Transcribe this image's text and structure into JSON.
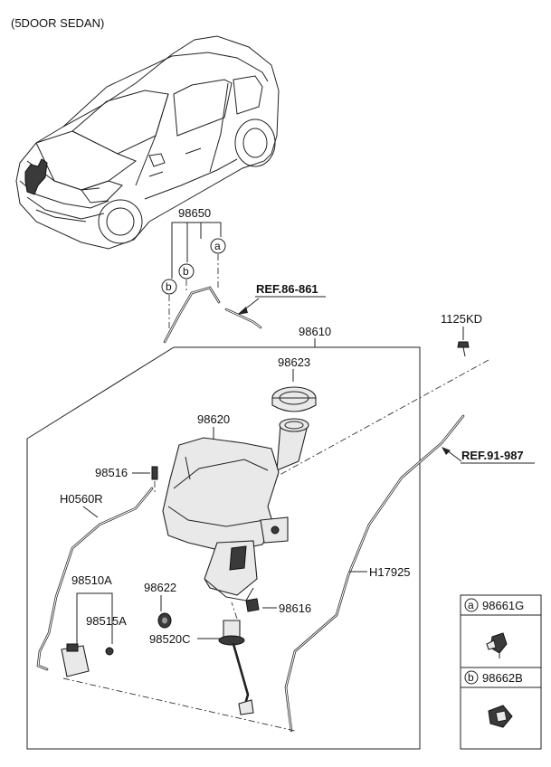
{
  "title": "(5DOOR SEDAN)",
  "labels": {
    "p98650": "98650",
    "ref_86_861": "REF.86-861",
    "p98610": "98610",
    "p1125kd": "1125KD",
    "p98623": "98623",
    "p98620": "98620",
    "ref_91_987": "REF.91-987",
    "p98516": "98516",
    "h0560r": "H0560R",
    "h17925": "H17925",
    "p98510a": "98510A",
    "p98622": "98622",
    "p98616": "98616",
    "p98515a": "98515A",
    "p98520c": "98520C"
  },
  "callouts": {
    "a": "a",
    "b": "b"
  },
  "legend": [
    {
      "letter": "a",
      "part": "98661G"
    },
    {
      "letter": "b",
      "part": "98662B"
    }
  ]
}
